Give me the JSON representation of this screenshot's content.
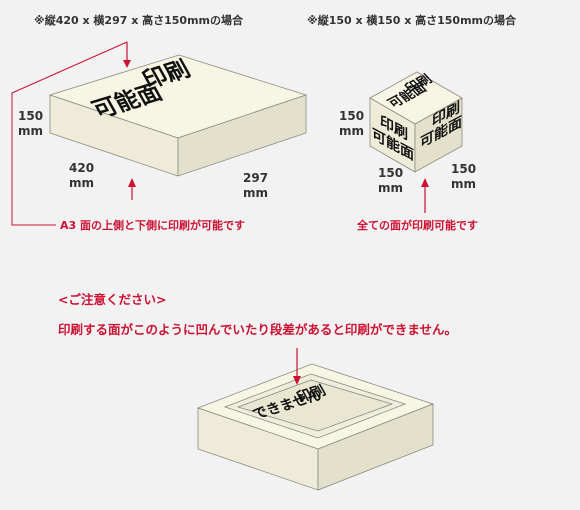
{
  "box_large": {
    "title": "※縦420 x 横297 x 高さ150mmの場合",
    "top_line1": "印刷",
    "top_line2": "可能面",
    "height_value": "150",
    "height_unit": "mm",
    "width_value": "420",
    "width_unit": "mm",
    "depth_value": "297",
    "depth_unit": "mm",
    "note": "A3 面の上側と下側に印刷が可能です"
  },
  "box_cube": {
    "title": "※縦150 x 横150 x 高さ150mmの場合",
    "top_line1": "印刷",
    "top_line2": "可能面",
    "front_line1": "印刷",
    "front_line2": "可能面",
    "side_line1": "印刷",
    "side_line2": "可能面",
    "height_value": "150",
    "height_unit": "mm",
    "width_value": "150",
    "width_unit": "mm",
    "depth_value": "150",
    "depth_unit": "mm",
    "note": "全ての面が印刷可能です"
  },
  "caution": {
    "heading": "<ご注意ください>",
    "text": "印刷する面がこのように凹んでいたり段差があると印刷ができません。"
  },
  "box_recessed": {
    "line1": "印刷",
    "line2": "できません"
  },
  "colors": {
    "face_top": "#f7f5e3",
    "face_front": "#eeecd8",
    "face_side": "#e3e1cb",
    "edge": "#8a8a80",
    "accent_red": "#cc1133"
  }
}
